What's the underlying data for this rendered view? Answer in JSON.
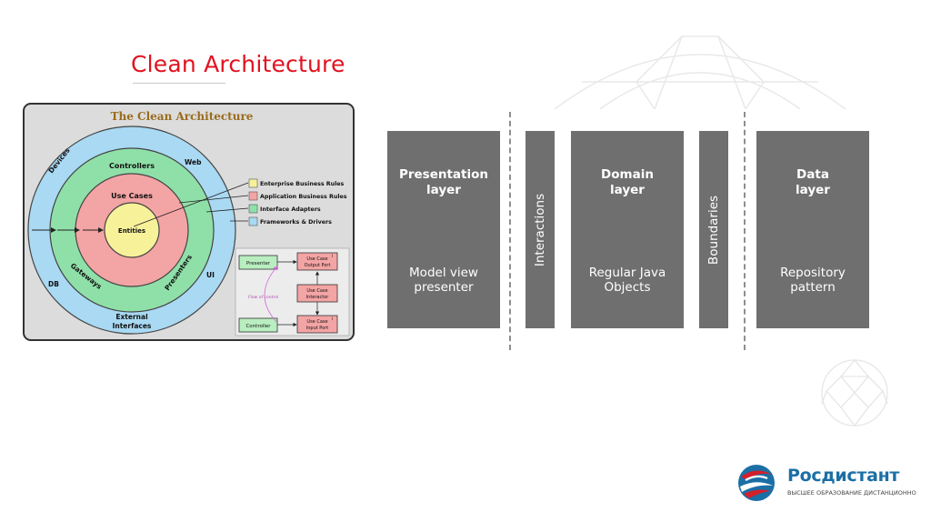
{
  "slide": {
    "title": "Clean Architecture"
  },
  "clean_diagram": {
    "heading": "The Clean Architecture",
    "rings": {
      "outer": [
        "Devices",
        "Web",
        "DB",
        "UI",
        "External Interfaces"
      ],
      "adapters": [
        "Controllers",
        "Gateways",
        "Presenters"
      ],
      "use_cases": "Use Cases",
      "core": "Entities"
    },
    "legend": [
      {
        "label": "Enterprise Business Rules",
        "color": "#f7f19a"
      },
      {
        "label": "Application Business Rules",
        "color": "#f3a4a4"
      },
      {
        "label": "Interface Adapters",
        "color": "#8fe0a8"
      },
      {
        "label": "Frameworks & Drivers",
        "color": "#a9d9f3"
      }
    ],
    "flow": {
      "presenter": "Presenter",
      "controller": "Controller",
      "output_port": [
        "Use Case",
        "Output Port"
      ],
      "interactor": [
        "Use Case",
        "Interactor"
      ],
      "input_port": [
        "Use Case",
        "Input Port"
      ],
      "flow_label": "Flow of control",
      "i_marker": "I"
    },
    "colors": {
      "frameworks": "#a9d9f3",
      "adapters": "#8fe0a8",
      "use_cases": "#f3a4a4",
      "entities": "#f7f19a",
      "heading": "#9a6b1c"
    }
  },
  "layers": [
    {
      "title": "Presentation layer",
      "description": "Model view presenter"
    },
    {
      "title": "Domain layer",
      "description": "Regular Java Objects"
    },
    {
      "title": "Data layer",
      "description": "Repository pattern"
    }
  ],
  "separators": [
    {
      "label": "Interactions"
    },
    {
      "label": "Boundaries"
    }
  ],
  "branding": {
    "name": "Росдистант",
    "tagline": "ВЫСШЕЕ ОБРАЗОВАНИЕ ДИСТАНЦИОННО"
  },
  "colors": {
    "title": "#e0131f",
    "box": "#6f6f6f",
    "brand_blue": "#1b6fa5",
    "brand_red": "#d4202a"
  }
}
